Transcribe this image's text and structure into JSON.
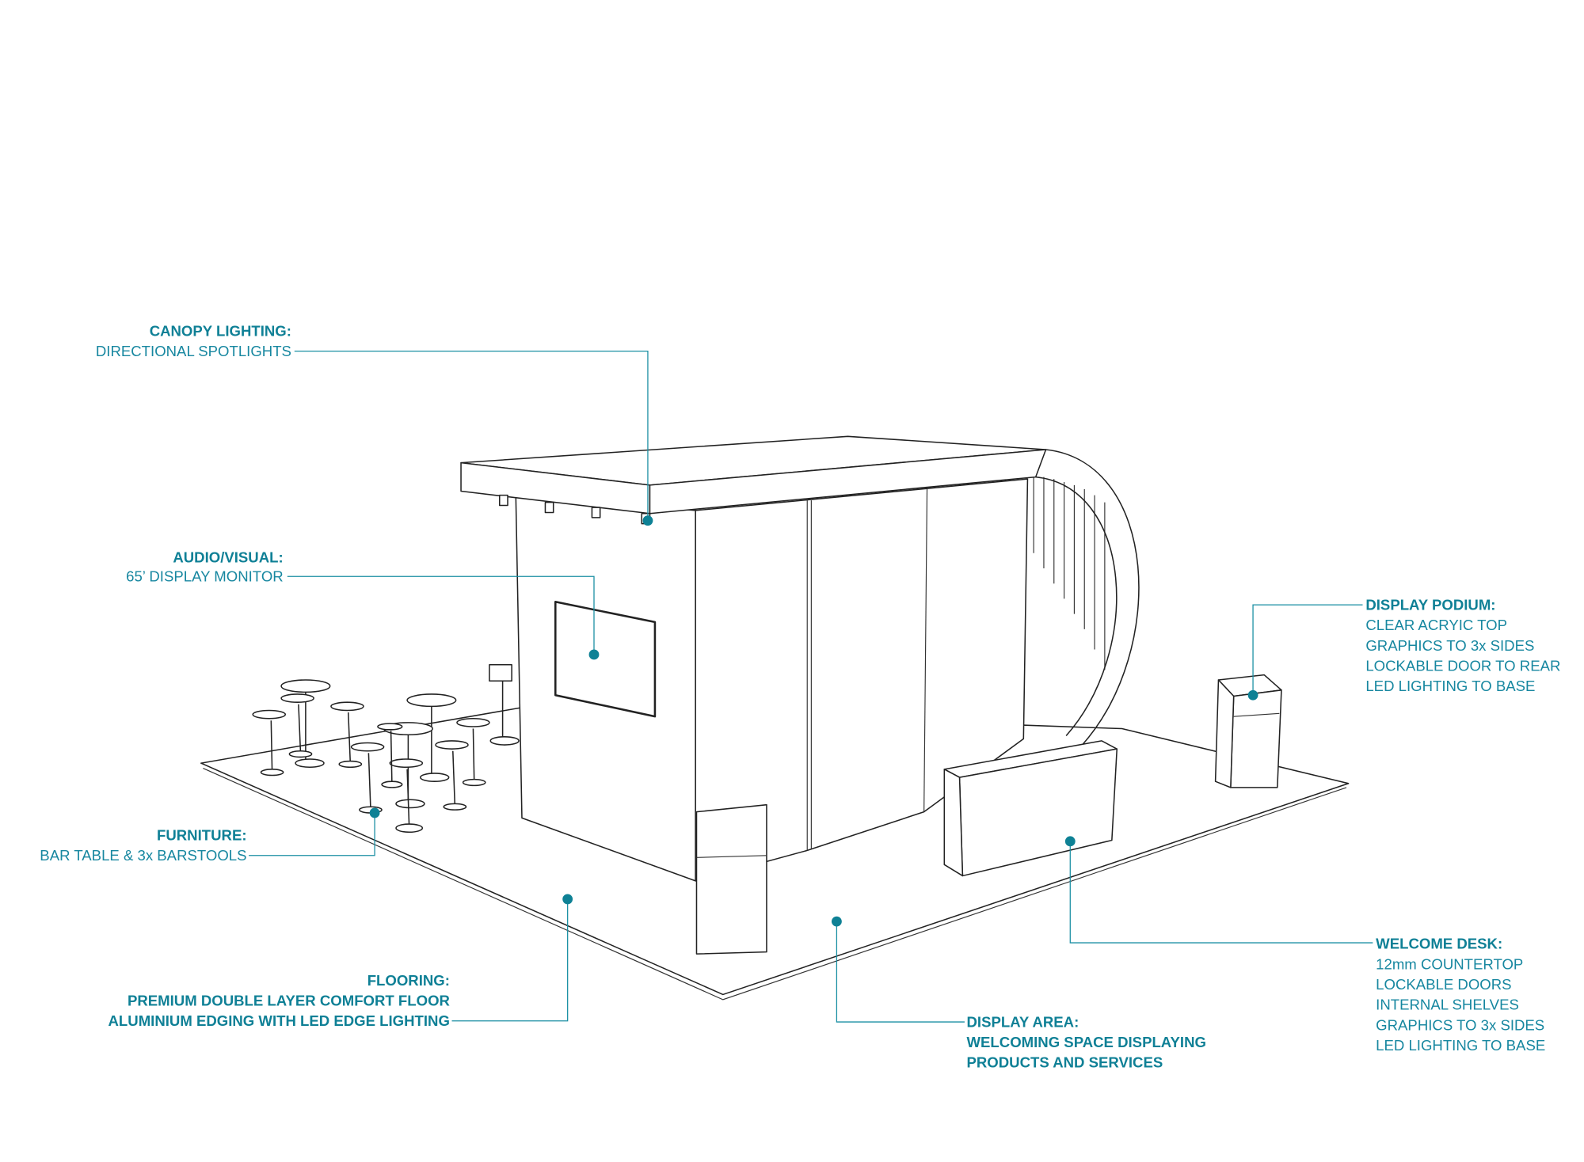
{
  "colors": {
    "accent": "#1787a0",
    "line": "#222222",
    "background": "#ffffff"
  },
  "callouts": {
    "canopy": {
      "heading": "CANOPY LIGHTING:",
      "lines": [
        "DIRECTIONAL SPOTLIGHTS"
      ]
    },
    "av": {
      "heading": "AUDIO/VISUAL:",
      "lines": [
        "65’ DISPLAY MONITOR"
      ]
    },
    "furniture": {
      "heading": "FURNITURE:",
      "lines": [
        "BAR TABLE & 3x BARSTOOLS"
      ]
    },
    "flooring": {
      "heading": "FLOORING:",
      "lines": [
        "PREMIUM DOUBLE LAYER COMFORT FLOOR",
        "ALUMINIUM EDGING WITH LED EDGE LIGHTING"
      ]
    },
    "display_area": {
      "heading": "DISPLAY AREA:",
      "lines": [
        "WELCOMING SPACE DISPLAYING",
        "PRODUCTS AND SERVICES"
      ]
    },
    "welcome_desk": {
      "heading": "WELCOME DESK:",
      "lines": [
        "12mm COUNTERTOP",
        "LOCKABLE DOORS",
        "INTERNAL SHELVES",
        "GRAPHICS TO 3x SIDES",
        "LED LIGHTING TO BASE"
      ]
    },
    "podium": {
      "heading": "DISPLAY PODIUM:",
      "lines": [
        "CLEAR ACRYIC TOP",
        "GRAPHICS TO 3x SIDES",
        "LOCKABLE DOOR TO REAR",
        "LED LIGHTING TO BASE"
      ]
    }
  }
}
